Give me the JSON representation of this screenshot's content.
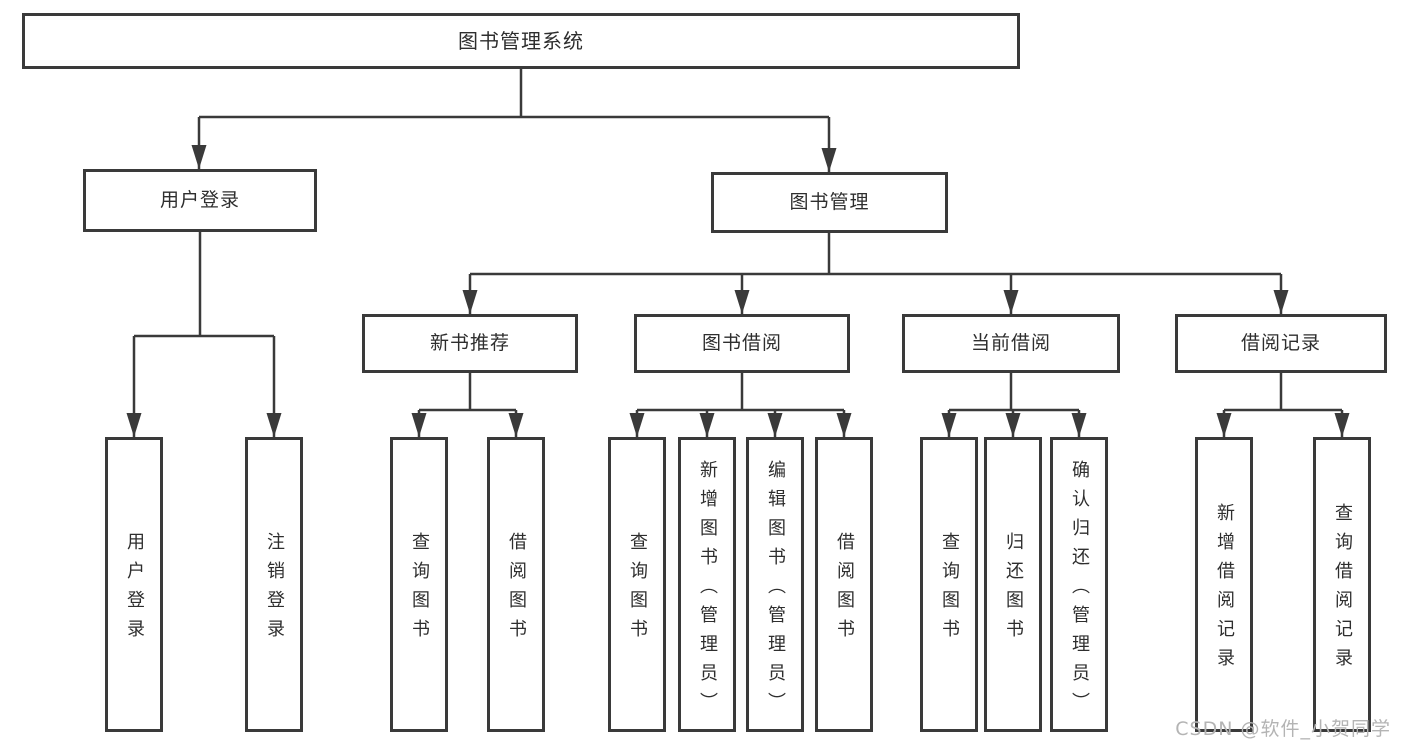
{
  "diagram": {
    "root": {
      "label": "图书管理系统"
    },
    "level2": [
      {
        "label": "用户登录"
      },
      {
        "label": "图书管理"
      }
    ],
    "level3": [
      {
        "label": "新书推荐",
        "parent": "图书管理"
      },
      {
        "label": "图书借阅",
        "parent": "图书管理"
      },
      {
        "label": "当前借阅",
        "parent": "图书管理"
      },
      {
        "label": "借阅记录",
        "parent": "图书管理"
      }
    ],
    "leaves": [
      {
        "label": "用户登录",
        "parent": "用户登录"
      },
      {
        "label": "注销登录",
        "parent": "用户登录"
      },
      {
        "label": "查询图书",
        "parent": "新书推荐"
      },
      {
        "label": "借阅图书",
        "parent": "新书推荐"
      },
      {
        "label": "查询图书",
        "parent": "图书借阅"
      },
      {
        "label": "新增图书（管理员）",
        "parent": "图书借阅"
      },
      {
        "label": "编辑图书（管理员）",
        "parent": "图书借阅"
      },
      {
        "label": "借阅图书",
        "parent": "图书借阅"
      },
      {
        "label": "查询图书",
        "parent": "当前借阅"
      },
      {
        "label": "归还图书",
        "parent": "当前借阅"
      },
      {
        "label": "确认归还（管理员）",
        "parent": "当前借阅"
      },
      {
        "label": "新增借阅记录",
        "parent": "借阅记录"
      },
      {
        "label": "查询借阅记录",
        "parent": "借阅记录"
      }
    ],
    "colors": {
      "line": "#3a3a3a",
      "border": "#3a3a3a",
      "text": "#2e2e2e",
      "watermark_text": "#b4b4b4",
      "background": "#ffffff"
    }
  },
  "watermark": {
    "text": "CSDN @软件_小贺同学"
  }
}
